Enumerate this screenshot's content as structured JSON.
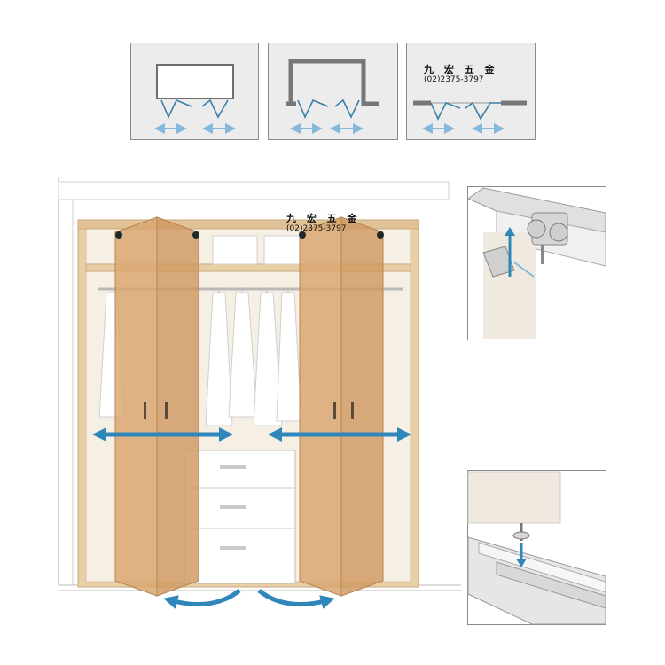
{
  "brand": {
    "name": "九 宏 五 金",
    "phone": "(02)2375-3797"
  },
  "colors": {
    "door": "#d9a56e",
    "door_edge": "#b78550",
    "arrow": "#2f86b8",
    "arrow_light": "#86b8dc",
    "panel_bg": "#ececec",
    "panel_border": "#8a8a8a",
    "cabinet_frame": "#e8cfa6",
    "cabinet_inner": "#f6efe4",
    "hardware": "#c9c9c9"
  },
  "diagrams": {
    "top_views": [
      {
        "name": "plan-view-boxed",
        "icon": "folding-door-plan-icon"
      },
      {
        "name": "plan-view-recessed",
        "icon": "folding-door-plan-icon"
      },
      {
        "name": "plan-view-flat-wall",
        "icon": "folding-door-plan-icon"
      }
    ],
    "main_view": {
      "icon": "bifold-closet-icon"
    },
    "details": [
      {
        "name": "top-roller-detail",
        "icon": "roller-carriage-icon"
      },
      {
        "name": "bottom-guide-detail",
        "icon": "floor-track-icon"
      }
    ]
  }
}
